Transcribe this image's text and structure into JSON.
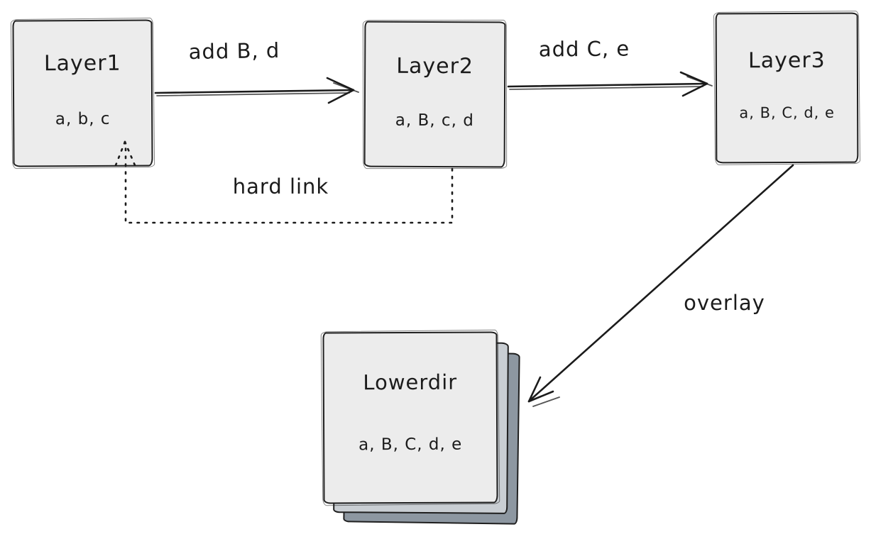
{
  "nodes": {
    "layer1": {
      "title": "Layer1",
      "files": "a, b, c"
    },
    "layer2": {
      "title": "Layer2",
      "files": "a, B, c, d"
    },
    "layer3": {
      "title": "Layer3",
      "files": "a, B, C, d, e"
    },
    "lowerdir": {
      "title": "Lowerdir",
      "files": "a, B, C, d, e"
    }
  },
  "edges": {
    "add_bd": {
      "label": "add B, d"
    },
    "add_ce": {
      "label": "add C, e"
    },
    "hard_link": {
      "label": "hard link"
    },
    "overlay": {
      "label": "overlay"
    }
  },
  "colors": {
    "box_fill": "#ececec",
    "stroke": "#1b1b1b",
    "stack_mid": "#c9ced3",
    "stack_back": "#8d97a1",
    "background": "#ffffff"
  }
}
